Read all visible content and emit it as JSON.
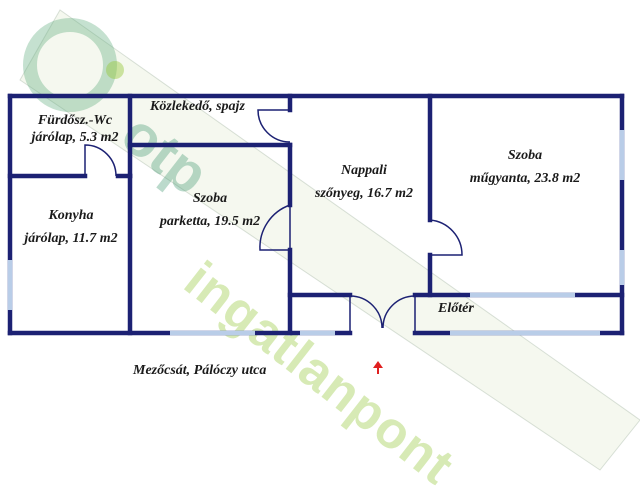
{
  "rooms": {
    "bathroom": {
      "name": "Fürdősz.-Wc",
      "detail": "járólap, 5.3 m2"
    },
    "corridor": {
      "name": "Közlekedő, spajz"
    },
    "kitchen": {
      "name": "Konyha",
      "detail": "járólap, 11.7 m2"
    },
    "room1": {
      "name": "Szoba",
      "detail": "parketta, 19.5 m2"
    },
    "living": {
      "name": "Nappali",
      "detail": "szőnyeg, 16.7 m2"
    },
    "room2": {
      "name": "Szoba",
      "detail": "műgyanta, 23.8 m2"
    },
    "hall": {
      "name": "Előtér"
    }
  },
  "address": "Mezőcsát, Pálóczy utca",
  "watermark": {
    "brand": "otp",
    "text": "ingatlanpont"
  },
  "colors": {
    "wall": "#1c2173",
    "window": "#b9cde8",
    "entrance_arrow": "#e02020",
    "watermark": "#96c83c"
  },
  "icons": {
    "entrance": "entrance-arrow-icon",
    "logo": "otp-logo-icon"
  }
}
